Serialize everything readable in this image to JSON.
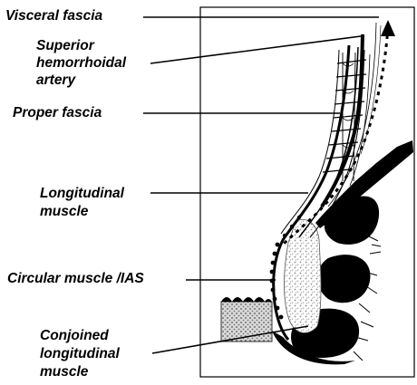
{
  "labels": {
    "visceral_fascia": "Visceral fascia",
    "superior_hemorrhoidal_artery": [
      "Superior",
      "hemorrhoidal",
      "artery"
    ],
    "proper_fascia": "Proper fascia",
    "longitudinal_muscle": [
      "Longitudinal",
      "muscle"
    ],
    "circular_muscle_ias": "Circular muscle /IAS",
    "conjoined_longitudinal_muscle": [
      "Conjoined",
      "longitudinal",
      "muscle"
    ]
  },
  "colors": {
    "ink": "#000000",
    "stipple": "#9a9a9a",
    "background": "#ffffff"
  }
}
